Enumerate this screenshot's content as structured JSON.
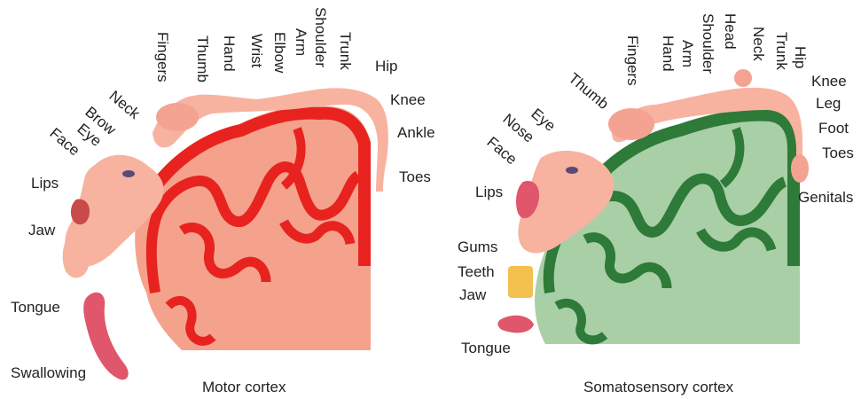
{
  "colors": {
    "motor_cortex_fill": "#f4a28c",
    "motor_cortex_band": "#e8231f",
    "sensory_cortex_fill": "#a9cfa6",
    "sensory_cortex_band": "#2e7a38",
    "skin": "#f7b3a0",
    "skin_dark": "#e88876",
    "label_text": "#222222"
  },
  "motor": {
    "caption": "Motor cortex",
    "labels": {
      "toes": "Toes",
      "ankle": "Ankle",
      "knee": "Knee",
      "hip": "Hip",
      "trunk": "Trunk",
      "shoulder": "Shoulder",
      "arm": "Arm",
      "elbow": "Elbow",
      "wrist": "Wrist",
      "hand": "Hand",
      "thumb": "Thumb",
      "fingers": "Fingers",
      "neck": "Neck",
      "brow": "Brow",
      "eye": "Eye",
      "face": "Face",
      "lips": "Lips",
      "jaw": "Jaw",
      "tongue": "Tongue",
      "swallowing": "Swallowing"
    }
  },
  "sensory": {
    "caption": "Somatosensory cortex",
    "labels": {
      "genitals": "Genitals",
      "toes": "Toes",
      "foot": "Foot",
      "leg": "Leg",
      "knee": "Knee",
      "hip": "Hip",
      "trunk": "Trunk",
      "neck": "Neck",
      "head": "Head",
      "shoulder": "Shoulder",
      "arm": "Arm",
      "hand": "Hand",
      "fingers": "Fingers",
      "thumb": "Thumb",
      "eye": "Eye",
      "nose": "Nose",
      "face": "Face",
      "lips": "Lips",
      "gums": "Gums",
      "teeth": "Teeth",
      "jaw": "Jaw",
      "tongue": "Tongue"
    }
  }
}
